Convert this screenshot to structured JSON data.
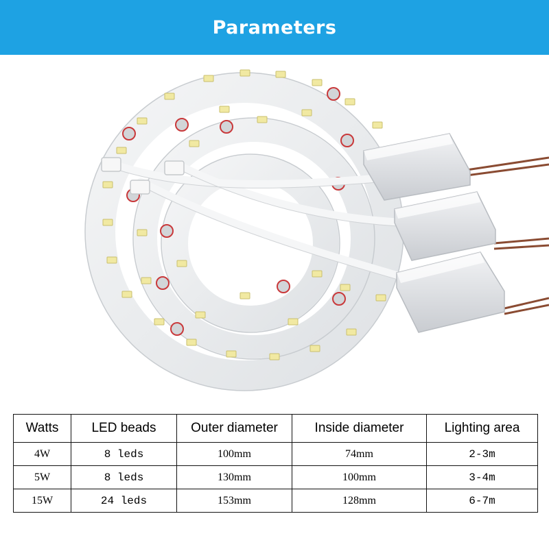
{
  "banner": {
    "title": "Parameters",
    "color": "#1ea2e3"
  },
  "photo": {
    "subject": "led-ring-modules-with-drivers"
  },
  "table": {
    "headers": [
      "Watts",
      "LED beads",
      "Outer diameter",
      "Inside diameter",
      "Lighting area"
    ],
    "rows": [
      [
        "4W",
        "8 leds",
        "100mm",
        "74mm",
        "2-3m"
      ],
      [
        "5W",
        "8 leds",
        "130mm",
        "100mm",
        "3-4m"
      ],
      [
        "15W",
        "24 leds",
        "153mm",
        "128mm",
        "6-7m"
      ]
    ]
  }
}
